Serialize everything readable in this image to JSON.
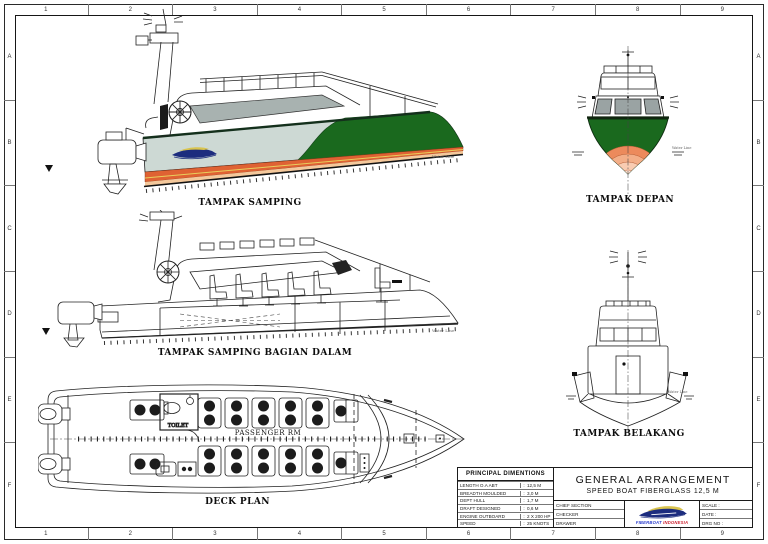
{
  "sheet": {
    "background": "#ffffff",
    "line_color": "#1a1a1a"
  },
  "frame": {
    "columns": [
      "1",
      "2",
      "3",
      "4",
      "5",
      "6",
      "7",
      "8",
      "9"
    ],
    "rows": [
      "A",
      "B",
      "C",
      "D",
      "E",
      "F"
    ]
  },
  "views": {
    "side": {
      "label": "TAMPAK SAMPING"
    },
    "front": {
      "label": "TAMPAK DEPAN"
    },
    "interior": {
      "label": "TAMPAK SAMPING BAGIAN DALAM"
    },
    "rear": {
      "label": "TAMPAK BELAKANG"
    },
    "deck": {
      "label": "DECK PLAN",
      "room_label": "PASSENGER RM",
      "toilet_label": "TOILET"
    },
    "water_line_label": "Water Line"
  },
  "title_block": {
    "dimensions_table": {
      "title": "PRINCIPAL DIMENTIONS",
      "sep": ":",
      "rows": [
        {
          "label": "LENGTH O.A ABT",
          "value": "12,5 M"
        },
        {
          "label": "BREADTH MOULDED",
          "value": "3,0 M"
        },
        {
          "label": "DEPT HULL",
          "value": "1,7 M"
        },
        {
          "label": "DRAFT DESIGNED",
          "value": "0,6 M"
        },
        {
          "label": "ENGINE OUTBOARD",
          "value": "2 X 200 HP"
        },
        {
          "label": "SPEED",
          "value": "25 KNOTS"
        }
      ]
    },
    "title": "GENERAL ARRANGEMENT",
    "subtitle": "SPEED BOAT FIBERGLASS 12,5 M",
    "signoff_rows": [
      "CHIEF SECTION",
      "CHECKER",
      "DRAWER"
    ],
    "info_rows": [
      "SCALE :",
      "DATE :",
      "DRG NO :"
    ],
    "logo": {
      "word1": "FIBERBOAT",
      "word2": "INDONESIA"
    }
  },
  "colors": {
    "hull_green": "#1a691e",
    "hull_mint": "#cdd9d4",
    "bottom_orange": "#df6233",
    "stripe_yellow": "#e8cf5c",
    "window_tint": "#a8b2b0",
    "logo_navy": "#1c2c7e",
    "logo_yellow": "#d9c44e",
    "logo_text_blue": "#2a3ccc",
    "logo_text_red": "#cc2433"
  }
}
